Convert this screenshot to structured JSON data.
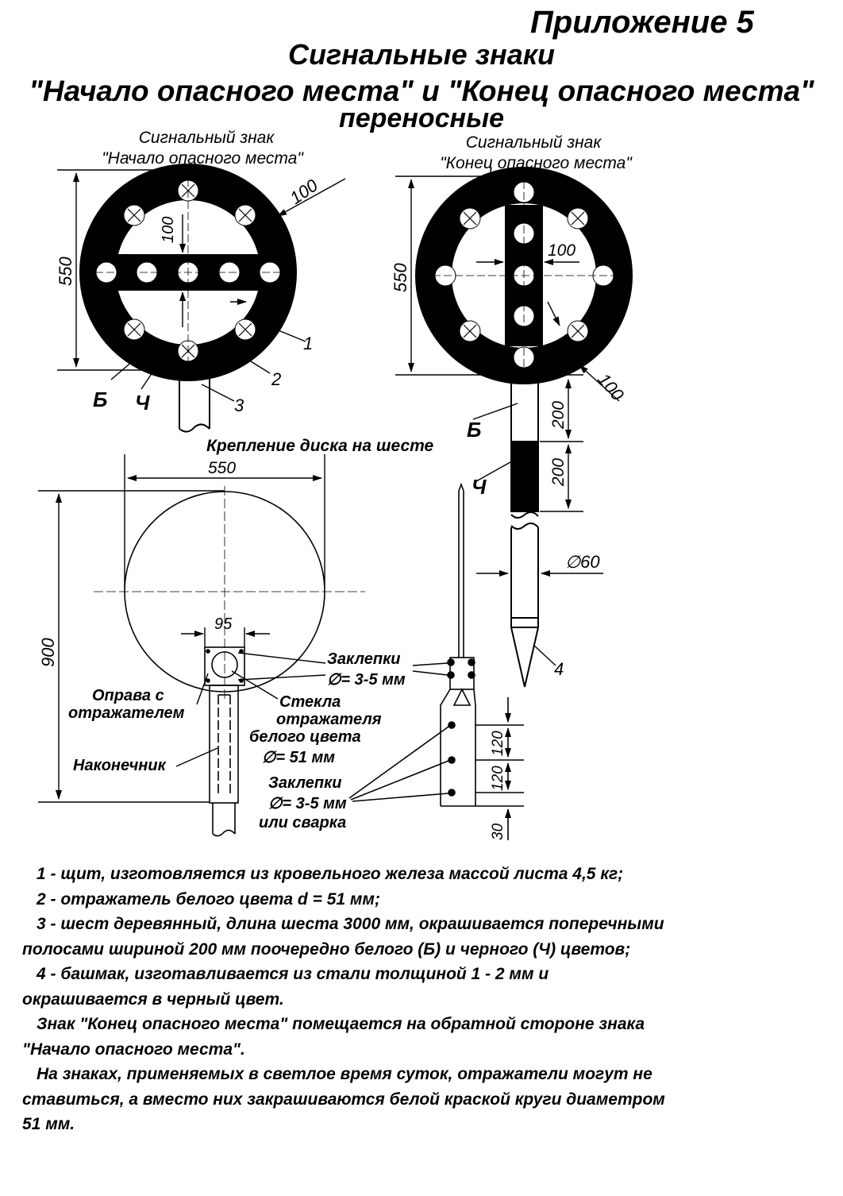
{
  "header": {
    "appendix": "Приложение 5",
    "title_line1": "Сигнальные знаки",
    "title_line2": "\"Начало опасного места\" и \"Конец опасного места\"",
    "title_line3": "переносные"
  },
  "left_sign": {
    "caption_line1": "Сигнальный знак",
    "caption_line2": "\"Начало опасного места\"",
    "dim_height": "550",
    "dim_ring": "100",
    "dim_bar": "100",
    "label_1": "1",
    "label_2": "2",
    "label_3": "3",
    "label_white": "Б",
    "label_black": "Ч"
  },
  "right_sign": {
    "caption_line1": "Сигнальный знак",
    "caption_line2": "\"Конец опасного места\"",
    "dim_height": "550",
    "dim_bar": "100",
    "dim_ring": "100",
    "dim_stripe1": "200",
    "dim_stripe2": "200",
    "dim_diameter": "∅60",
    "label_white": "Б",
    "label_black": "Ч",
    "label_4": "4"
  },
  "mount": {
    "title": "Крепление диска на шесте",
    "dim_width": "550",
    "dim_height": "900",
    "dim_95": "95",
    "rivets_top_line1": "Заклепки",
    "rivets_top_line2": "∅= 3-5 мм",
    "frame_line1": "Оправа с",
    "frame_line2": "отражателем",
    "glass_line1": "Стекла",
    "glass_line2": "отражателя",
    "glass_line3": "белого цвета",
    "glass_line4": "∅= 51 мм",
    "tip": "Наконечник",
    "rivets_bottom_line1": "Заклепки",
    "rivets_bottom_line2": "∅= 3-5 мм",
    "rivets_bottom_line3": "или сварка",
    "dim_120a": "120",
    "dim_120b": "120",
    "dim_30": "30"
  },
  "notes": [
    "1 - щит, изготовляется из кровельного железа массой листа 4,5 кг;",
    "2 - отражатель белого цвета d = 51 мм;",
    "3 - шест деревянный, длина шеста 3000 мм, окрашивается поперечными полосами шириной 200 мм поочередно белого (Б) и черного (Ч) цветов;",
    "4 - башмак, изготавливается из стали толщиной 1 - 2 мм и окрашивается в черный цвет.",
    "Знак \"Конец опасного места\" помещается на обратной стороне знака \"Начало опасного места\".",
    "На знаках, применяемых в светлое время суток, отражатели могут не ставиться, а вместо них закрашиваются белой краской круги диаметром 51 мм."
  ]
}
